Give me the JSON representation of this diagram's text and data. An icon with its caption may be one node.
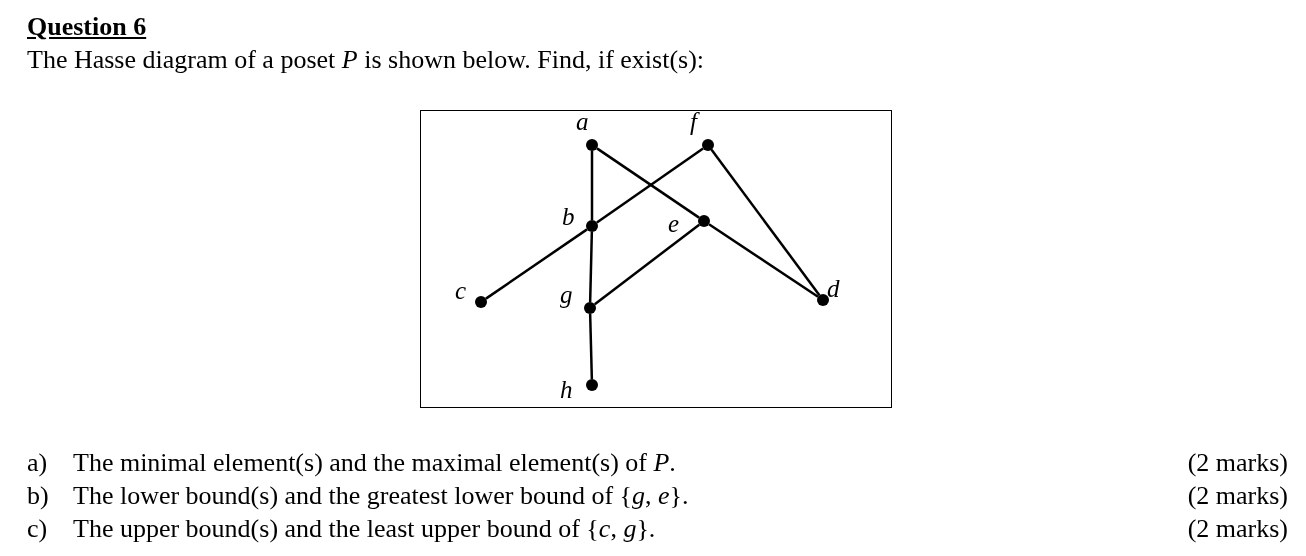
{
  "diagram": {
    "title": "Question 6",
    "nodes": [
      {
        "text": [],
        "shape": "circle",
        "beside": [
          "a"
        ]
      },
      {
        "text": [],
        "shape": "circle",
        "beside": [
          "f"
        ]
      },
      {
        "text": [],
        "shape": "circle",
        "beside": [
          "b"
        ]
      },
      {
        "text": [],
        "shape": "circle",
        "beside": [
          "e"
        ]
      },
      {
        "text": [],
        "shape": "circle",
        "beside": [
          "c"
        ]
      },
      {
        "text": [],
        "shape": "circle",
        "beside": [
          "g"
        ]
      },
      {
        "text": [],
        "shape": "circle",
        "beside": [
          "d"
        ]
      },
      {
        "text": [],
        "shape": "circle",
        "beside": [
          "h"
        ]
      }
    ],
    "edges": [
      {
        "from": 0,
        "to": 2,
        "arrow": "none"
      },
      {
        "from": 0,
        "to": 3,
        "arrow": "none"
      },
      {
        "from": 3,
        "to": 6,
        "arrow": "none"
      },
      {
        "from": 1,
        "to": 2,
        "arrow": "none"
      },
      {
        "from": 1,
        "to": 6,
        "arrow": "none"
      },
      {
        "from": 2,
        "to": 4,
        "arrow": "none"
      },
      {
        "from": 2,
        "to": 5,
        "arrow": "none"
      },
      {
        "from": 3,
        "to": 5,
        "arrow": "none"
      },
      {
        "from": 5,
        "to": 7,
        "arrow": "none"
      }
    ],
    "labels": [
      "The Hasse diagram of a poset *P* is shown below. Find, if exist(s):",
      "a)",
      "The minimal element(s) and the maximal element(s) of *P*.",
      "(2 marks)",
      "b)",
      "The lower bound(s) and the greatest lower bound of {*g*, *e*}.",
      "(2 marks)",
      "c)",
      "The upper bound(s) and the least upper bound of {*c*, *g*}.",
      "(2 marks)"
    ]
  }
}
